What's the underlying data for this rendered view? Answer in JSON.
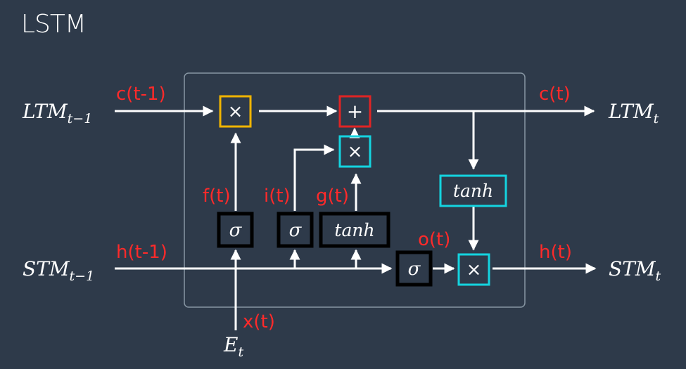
{
  "title": "LSTM",
  "colors": {
    "background": "#2e3a4a",
    "arrow": "#ffffff",
    "label": "#ff2a2a",
    "forget_multiply_border": "#f0b400",
    "add_border": "#e02424",
    "cyan_border": "#14d4e0",
    "sigma_border": "#000000",
    "frame": "#8796a3"
  },
  "io": {
    "ltm_in": {
      "base": "LTM",
      "sub": "t−1"
    },
    "ltm_out": {
      "base": "LTM",
      "sub": "t"
    },
    "stm_in": {
      "base": "STM",
      "sub": "t−1"
    },
    "stm_out": {
      "base": "STM",
      "sub": "t"
    },
    "embedding": {
      "base": "E",
      "sub": "t"
    }
  },
  "labels": {
    "c_prev": "c(t-1)",
    "c_curr": "c(t)",
    "h_prev": "h(t-1)",
    "h_curr": "h(t)",
    "x_t": "x(t)",
    "f_t": "f(t)",
    "i_t": "i(t)",
    "g_t": "g(t)",
    "o_t": "o(t)"
  },
  "operators": {
    "multiply": "×",
    "add": "+",
    "sigma": "σ",
    "tanh": "tanh"
  }
}
